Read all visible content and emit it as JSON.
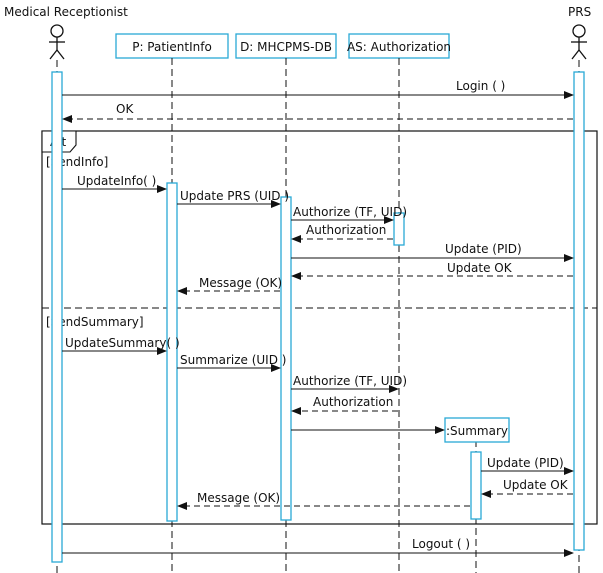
{
  "actors": {
    "receptionist": "Medical Receptionist",
    "prs": "PRS"
  },
  "objects": {
    "patient_info": "P: PatientInfo",
    "db": "D: MHCPMS-DB",
    "authorization": "AS: Authorization",
    "summary": ":Summary"
  },
  "fragment": {
    "operator": "Alt",
    "guard1": "[SendInfo]",
    "guard2": "[SendSummary]"
  },
  "messages": {
    "login": "Login ( )",
    "ok": "OK",
    "update_info": "UpdateInfo( )",
    "update_prs": "Update PRS (UID )",
    "authorize1": "Authorize (TF, UID)",
    "authorization1": "Authorization",
    "update_pid1": "Update (PID)",
    "update_ok1": "Update OK",
    "message_ok1": "Message (OK)",
    "update_summary": "UpdateSummary( )",
    "summarize": "Summarize (UID )",
    "authorize2": "Authorize (TF, UID)",
    "authorization2": "Authorization",
    "update_pid2": "Update (PID)",
    "update_ok2": "Update OK",
    "message_ok2": "Message (OK)",
    "logout": "Logout ( )"
  },
  "colors": {
    "activation_stroke": "#29a9d6",
    "line": "#111111"
  }
}
